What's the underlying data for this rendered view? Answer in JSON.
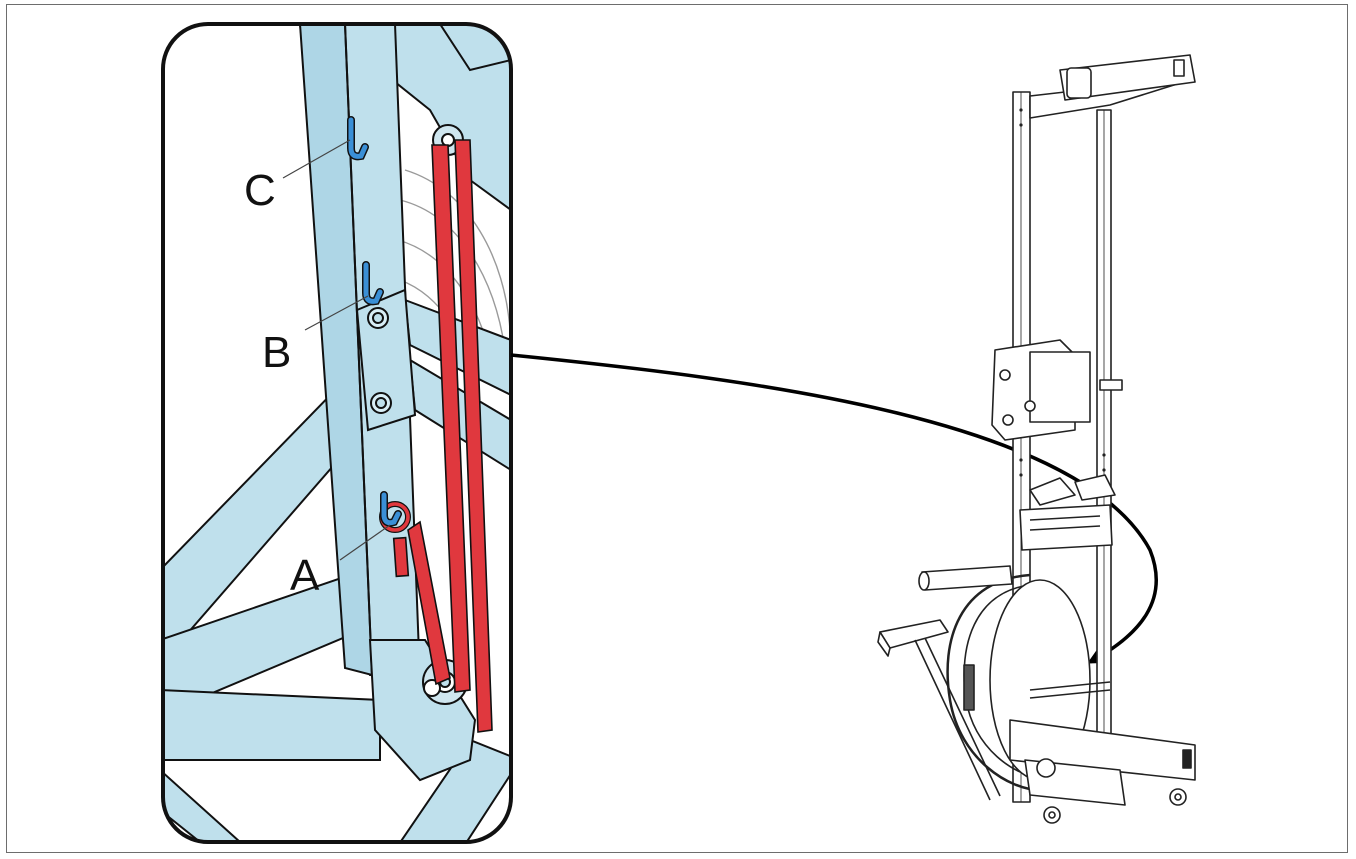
{
  "diagram": {
    "labels": {
      "a": "A",
      "b": "B",
      "c": "C"
    },
    "colors": {
      "frame_fill": "#bfe0ec",
      "strap": "#e0383e",
      "hook": "#3a8fd6",
      "outline": "#111111",
      "arrow": "#000000"
    }
  }
}
